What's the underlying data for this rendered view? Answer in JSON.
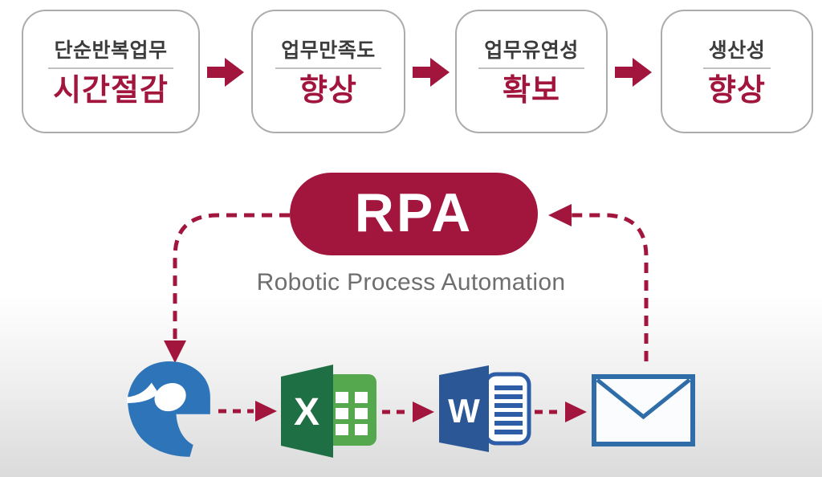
{
  "benefits": [
    {
      "label": "단순반복업무",
      "value": "시간절감"
    },
    {
      "label": "업무만족도",
      "value": "향상"
    },
    {
      "label": "업무유연성",
      "value": "확보"
    },
    {
      "label": "생산성",
      "value": "향상"
    }
  ],
  "rpa": {
    "title": "RPA",
    "subtitle": "Robotic Process Automation"
  },
  "apps": [
    {
      "icon": "microsoft-edge-icon"
    },
    {
      "icon": "microsoft-excel-icon",
      "letter": "X"
    },
    {
      "icon": "microsoft-word-icon",
      "letter": "W"
    },
    {
      "icon": "email-envelope-icon"
    }
  ],
  "colors": {
    "crimson": "#a2163e",
    "box_border": "#acacac",
    "label_gray": "#3c3c3c",
    "subtitle_gray": "#6e6e6e",
    "edge_blue": "#2e74b9",
    "excel_dark_green": "#1e7044",
    "excel_light_green": "#55a84e",
    "word_blue": "#2b5797",
    "envelope_blue": "#2f6da8",
    "background_bottom": "#dbdbdb"
  }
}
